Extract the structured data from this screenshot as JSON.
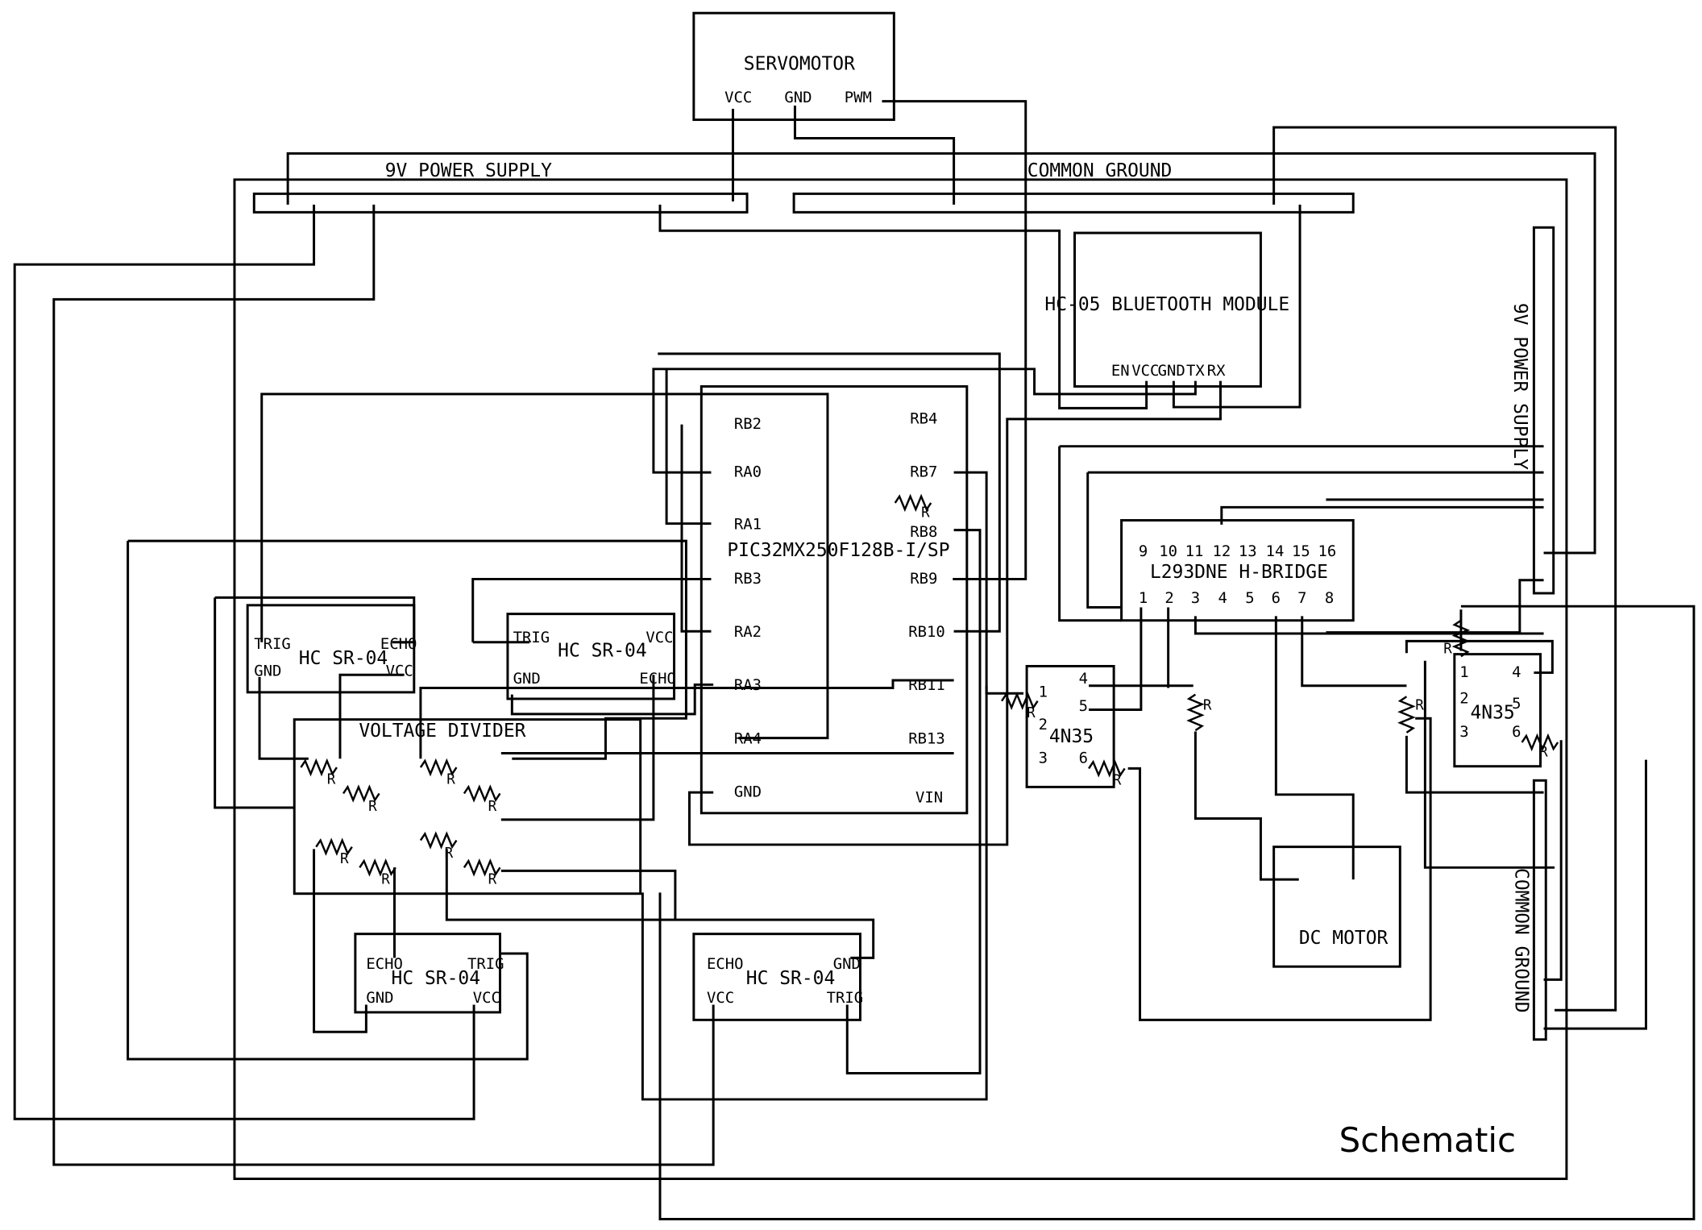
{
  "caption": "Schematic",
  "resistor_label": "R",
  "components": {
    "servo": {
      "title": "SERVOMOTOR",
      "pins": [
        "VCC",
        "GND",
        "PWM"
      ]
    },
    "power_top": {
      "title": "9V POWER SUPPLY"
    },
    "ground_top": {
      "title": "COMMON GROUND"
    },
    "power_right": {
      "title": "9V POWER SUPPLY"
    },
    "ground_right": {
      "title": "COMMON GROUND"
    },
    "bluetooth": {
      "title": "HC-05 BLUETOOTH MODULE",
      "pins": [
        "EN",
        "VCC",
        "GND",
        "TX",
        "RX"
      ]
    },
    "pic": {
      "title": "PIC32MX250F128B-I/SP",
      "left_pins": [
        "RB2",
        "RA0",
        "RA1",
        "RB3",
        "RA2",
        "RA3",
        "RA4",
        "GND"
      ],
      "right_pins": [
        "RB4",
        "RB7",
        "RB8",
        "RB9",
        "RB10",
        "RB11",
        "RB13",
        "VIN"
      ]
    },
    "hbridge": {
      "title": "L293DNE H-BRIDGE",
      "top_pins": [
        "9",
        "10",
        "11",
        "12",
        "13",
        "14",
        "15",
        "16"
      ],
      "bottom_pins": [
        "1",
        "2",
        "3",
        "4",
        "5",
        "6",
        "7",
        "8"
      ]
    },
    "opto_1": {
      "title": "4N35",
      "pins": [
        "1",
        "2",
        "3",
        "4",
        "5",
        "6"
      ]
    },
    "opto_2": {
      "title": "4N35",
      "pins": [
        "1",
        "2",
        "3",
        "4",
        "5",
        "6"
      ]
    },
    "dc_motor": {
      "title": "DC MOTOR"
    },
    "voltage_divider": {
      "title": "VOLTAGE DIVIDER"
    },
    "sensor_1": {
      "title": "HC SR-04",
      "pins": [
        "TRIG",
        "ECHO",
        "GND",
        "VCC"
      ]
    },
    "sensor_2": {
      "title": "HC SR-04",
      "pins": [
        "TRIG",
        "VCC",
        "GND",
        "ECHO"
      ]
    },
    "sensor_3": {
      "title": "HC SR-04",
      "pins": [
        "ECHO",
        "TRIG",
        "GND",
        "VCC"
      ]
    },
    "sensor_4": {
      "title": "HC SR-04",
      "pins": [
        "ECHO",
        "GND",
        "VCC",
        "TRIG"
      ]
    }
  }
}
